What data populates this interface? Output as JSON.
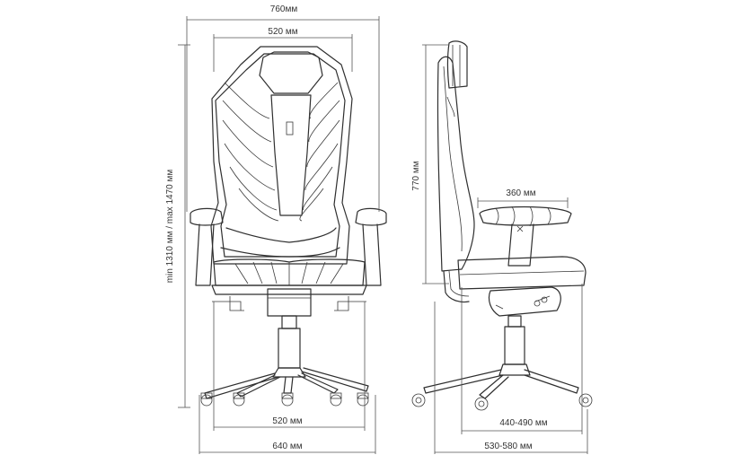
{
  "front_view": {
    "overall_width": "760мм",
    "backrest_width": "520 мм",
    "height_range": "min 1310 мм / max 1470 мм",
    "seat_width": "520 мм",
    "base_width": "640 мм"
  },
  "side_view": {
    "backrest_height": "770 мм",
    "armrest_length": "360 мм",
    "seat_depth": "440-490 мм",
    "overall_depth": "530-580 мм"
  }
}
